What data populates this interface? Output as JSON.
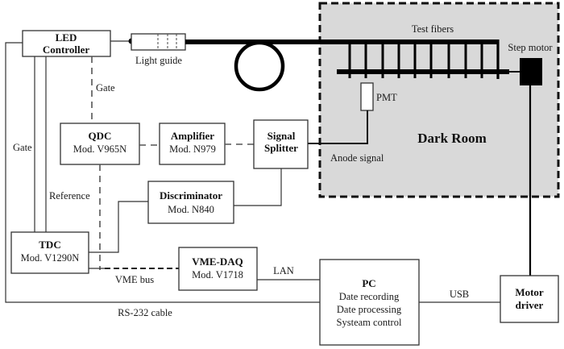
{
  "diagram": {
    "dark_room": {
      "label": "Dark Room",
      "fill": "#d9d9d9"
    },
    "blocks": {
      "led_controller": {
        "line1": "LED",
        "line2": "Controller"
      },
      "qdc": {
        "line1": "QDC",
        "line2": "Mod. V965N"
      },
      "amplifier": {
        "line1": "Amplifier",
        "line2": "Mod. N979"
      },
      "signal_splitter": {
        "line1": "Signal",
        "line2": "Splitter"
      },
      "discriminator": {
        "line1": "Discriminator",
        "line2": "Mod. N840"
      },
      "tdc": {
        "line1": "TDC",
        "line2": "Mod. V1290N"
      },
      "vme_daq": {
        "line1": "VME-DAQ",
        "line2": "Mod. V1718"
      },
      "pc": {
        "line1": "PC",
        "line2": "Date recording",
        "line3": "Date processing",
        "line4": "Systeam control"
      },
      "motor_driver": {
        "line1": "Motor",
        "line2": "driver"
      },
      "pmt": {
        "label": "PMT"
      },
      "step_motor": {
        "label": "Step motor"
      }
    },
    "labels": {
      "light_guide": "Light guide",
      "test_fibers": "Test fibers",
      "gate_top": "Gate",
      "gate_left": "Gate",
      "reference": "Reference",
      "anode_signal": "Anode signal",
      "vme_bus": "VME bus",
      "lan": "LAN",
      "usb": "USB",
      "rs232": "RS-232 cable"
    }
  }
}
